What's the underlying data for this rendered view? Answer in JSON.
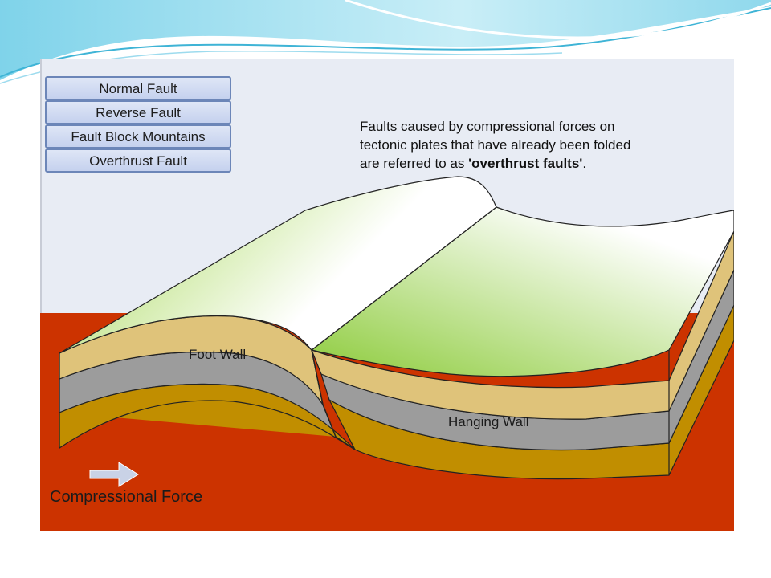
{
  "menu": {
    "items": [
      {
        "label": "Normal Fault"
      },
      {
        "label": "Reverse Fault"
      },
      {
        "label": "Fault Block Mountains"
      },
      {
        "label": "Overthrust Fault"
      }
    ]
  },
  "caption": {
    "line1": "Faults caused by compressional forces on",
    "line2": "tectonic plates that have already been folded",
    "line3_prefix": "are referred to as ",
    "line3_bold": "'overthrust faults'",
    "line3_suffix": "."
  },
  "labels": {
    "foot_wall": "Foot Wall",
    "hanging_wall": "Hanging Wall",
    "force": "Compressional Force"
  },
  "colors": {
    "sky": "#e8ecf4",
    "mantle": "#cc3300",
    "top_green": "#8ccb3a",
    "layer_tan": "#dfc37a",
    "layer_gray": "#9c9c9c",
    "layer_gold": "#c18e00",
    "menu_border": "#6c86b8",
    "slide_accent": "#29a9c9"
  },
  "icons": {
    "force_arrow": "right-arrow-icon"
  }
}
